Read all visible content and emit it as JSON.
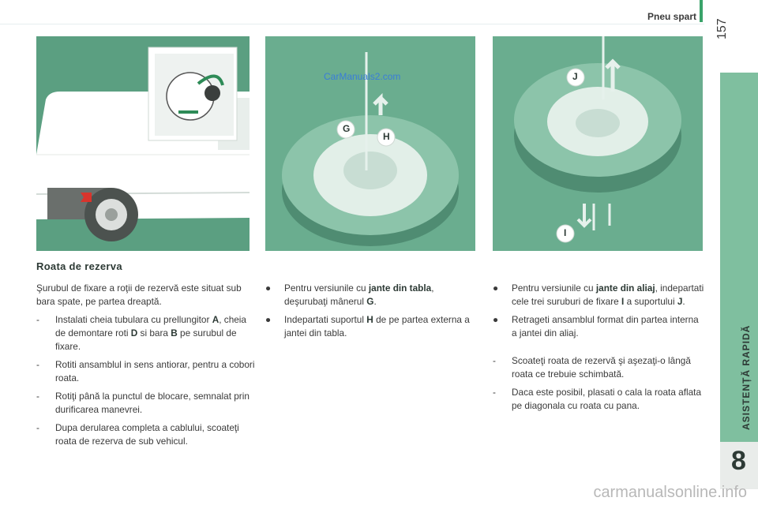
{
  "header": {
    "title": "Pneu spart",
    "page_number": "157"
  },
  "side_tab": {
    "label": "ASISTENȚĂ RAPIDĂ",
    "chapter": "8"
  },
  "figures": [
    {
      "callouts": []
    },
    {
      "callouts": [
        "G",
        "H"
      ]
    },
    {
      "callouts": [
        "J",
        "I"
      ]
    }
  ],
  "watermark_top": "CarManuals2.com",
  "section": {
    "title": "Roata de rezerva"
  },
  "col1": {
    "intro": "Şurubul de fixare a roţii de rezervă este situat sub bara spate, pe partea dreaptă.",
    "steps": [
      {
        "marker": "-",
        "t1": "Instalati cheia tubulara cu prellungitor ",
        "b1": "A",
        "t2": ", cheia de demontare roti ",
        "b2": "D",
        "t3": " si bara ",
        "b3": "B",
        "t4": " pe surubul de fixare."
      },
      {
        "marker": "-",
        "t1": "Rotiti ansamblul in sens antiorar, pentru a cobori roata."
      },
      {
        "marker": "-",
        "t1": "Rotiţi până la punctul de blocare, semnalat prin durificarea manevrei."
      },
      {
        "marker": "-",
        "t1": "Dupa derularea completa a cablului, scoateţi roata de rezerva de sub vehicul."
      }
    ]
  },
  "col2": {
    "items": [
      {
        "marker": "●",
        "t1": "Pentru versiunile cu ",
        "b1": "jante din tabla",
        "t2": ", deşurubaţi mânerul ",
        "b2": "G",
        "t3": "."
      },
      {
        "marker": "●",
        "t1": "Indepartati suportul ",
        "b1": "H",
        "t2": " de pe partea externa a jantei din tabla."
      }
    ]
  },
  "col3": {
    "items": [
      {
        "marker": "●",
        "t1": "Pentru versiunile cu ",
        "b1": "jante din aliaj",
        "t2": ", indepartati cele trei suruburi de fixare ",
        "b2": "I",
        "t3": " a suportului ",
        "b3": "J",
        "t4": "."
      },
      {
        "marker": "●",
        "t1": "Retrageti ansamblul format din partea interna a jantei din aliaj."
      }
    ],
    "steps": [
      {
        "marker": "-",
        "t1": "Scoateţi roata de rezervă şi aşezaţi-o lângă roata ce trebuie schimbată."
      },
      {
        "marker": "-",
        "t1": "Daca este posibil, plasati o cala la roata aflata pe diagonala cu roata cu pana."
      }
    ]
  },
  "watermark_bottom": "carmanualsonline.info"
}
